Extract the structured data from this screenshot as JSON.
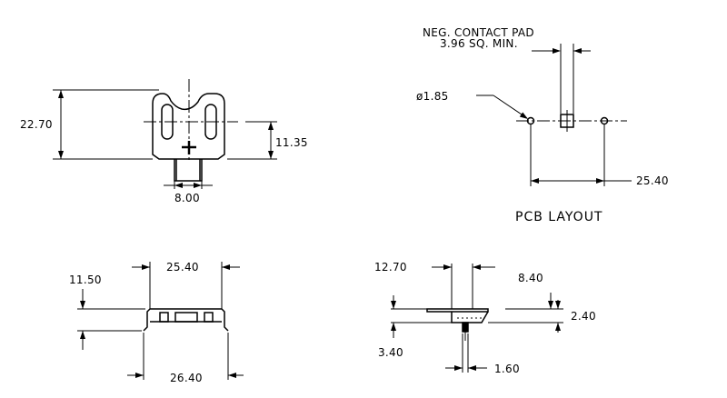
{
  "top_view": {
    "height_label": "22.70",
    "half_height_label": "11.35",
    "tab_width_label": "8.00"
  },
  "pcb_layout": {
    "pad_note_line1": "NEG. CONTACT PAD",
    "pad_note_line2": "3.96 SQ. MIN.",
    "hole_label": "ø1.85",
    "spacing_label": "25.40",
    "title": "PCB LAYOUT"
  },
  "front_view": {
    "height_label": "11.50",
    "top_width_label": "25.40",
    "bottom_width_label": "26.40"
  },
  "side_view": {
    "top_width_label": "12.70",
    "offset_label": "8.40",
    "thickness_label": "2.40",
    "body_height_label": "3.40",
    "pin_width_label": "1.60"
  }
}
